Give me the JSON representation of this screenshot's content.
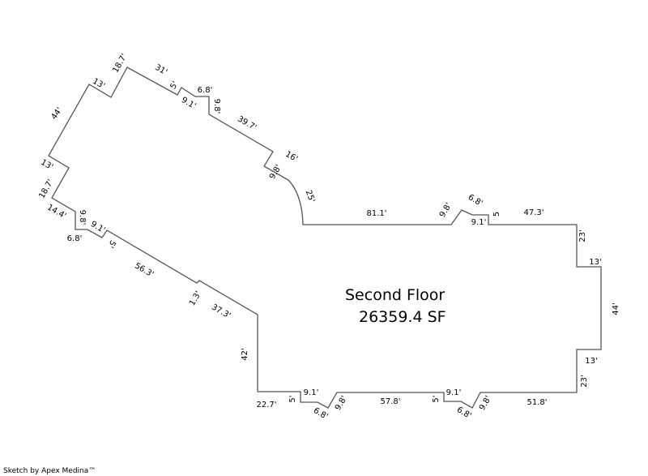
{
  "plan": {
    "title": "Second Floor",
    "area": "26359.4 SF",
    "credit": "Sketch by Apex Medina™",
    "line_color": "#555555",
    "dimensions": {
      "nw_18_7_top": "18.7'",
      "n_31": "31'",
      "n_5": "5'",
      "n_6_8": "6.8'",
      "n_9_1": "9.1'",
      "n_9_8": "9.8'",
      "n_39_7": "39.7'",
      "n_16": "16'",
      "n_9_8b": "9.8'",
      "arc_25": "25'",
      "nw_13": "13'",
      "w_44": "44'",
      "w_13": "13'",
      "w_18_7": "18.7'",
      "sw_14_4": "14.4'",
      "sw_9_8": "9.8'",
      "sw_6_8": "6.8'",
      "sw_9_1": "9.1'",
      "sw_5": "5'",
      "s_56_3": "56.3'",
      "s_1_3": "1.3'",
      "s_37_3": "37.3'",
      "s_42": "42'",
      "s_22_7": "22.7'",
      "b_5a": "5'",
      "b_9_1a": "9.1'",
      "b_6_8a": "6.8'",
      "b_9_8a": "9.8'",
      "b_57_8": "57.8'",
      "b_5b": "5'",
      "b_9_1b": "9.1'",
      "b_6_8b": "6.8'",
      "b_9_8b": "9.8'",
      "b_51_8": "51.8'",
      "e_23b": "23'",
      "e_13b": "13'",
      "e_44": "44'",
      "e_13t": "13'",
      "e_23t": "23'",
      "t_47_3": "47.3'",
      "t_5": "5",
      "t_9_1": "9.1'",
      "t_6_8": "6.8'",
      "t_9_8": "9.8'",
      "t_81_1": "81.1'"
    }
  }
}
